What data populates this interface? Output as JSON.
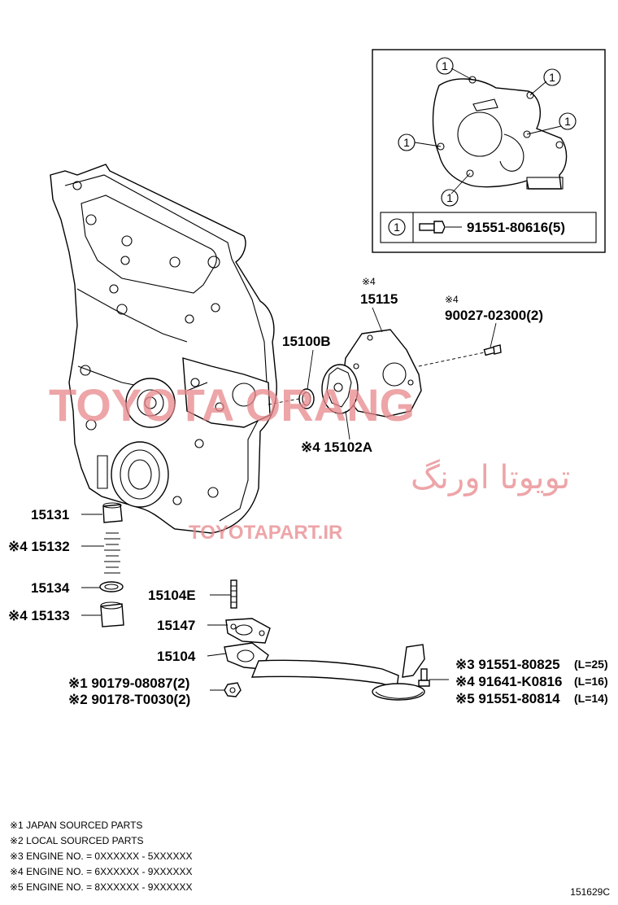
{
  "watermark": {
    "latin": "TOYOTA ORANG",
    "persian": "تویوتا اورنگ",
    "site": "TOYOTAPART.IR"
  },
  "inset": {
    "legend_mark": "1",
    "legend_part": "91551-80616(5)"
  },
  "parts": {
    "p15115_note": "※4",
    "p15115": "15115",
    "p90027_note": "※4",
    "p90027": "90027-02300(2)",
    "p15100B": "15100B",
    "p15102A": "※4 15102A",
    "p15131": "15131",
    "p15132": "※4 15132",
    "p15134": "15134",
    "p15133": "※4 15133",
    "p15104E": "15104E",
    "p15147": "15147",
    "p15104": "15104",
    "p90179": "※1 90179-08087(2)",
    "p90178": "※2 90178-T0030(2)",
    "p91551_80825": "※3 91551-80825",
    "p91551_80825_len": "(L=25)",
    "p91641": "※4 91641-K0816",
    "p91641_len": "(L=16)",
    "p91551_80814": "※5 91551-80814",
    "p91551_80814_len": "(L=14)"
  },
  "notes": [
    "※1 JAPAN SOURCED PARTS",
    "※2 LOCAL SOURCED PARTS",
    "※3 ENGINE NO. = 0XXXXXX - 5XXXXXX",
    "※4 ENGINE NO. = 6XXXXXX - 9XXXXXX",
    "※5 ENGINE NO. = 8XXXXXX - 9XXXXXX"
  ],
  "figure_id": "151629C"
}
